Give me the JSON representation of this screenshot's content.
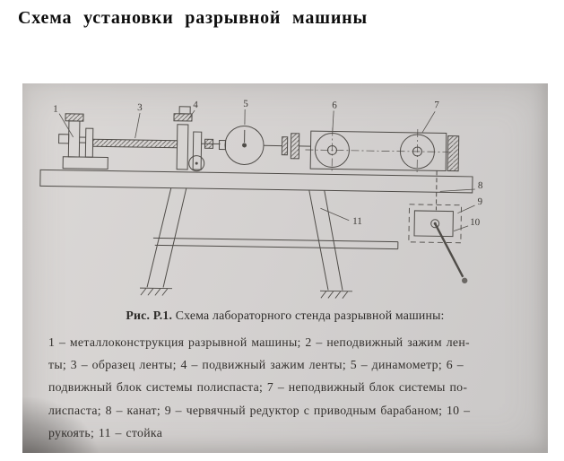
{
  "page": {
    "title": "Схема установки разрывной машины"
  },
  "figure": {
    "caption": {
      "bold": "Рис. Р.1.",
      "text": " Схема лабораторного стенда разрывной машины:"
    },
    "legend_lines": [
      "1 – металлоконструкция разрывной машины; 2 – неподвижный зажим лен-",
      "ты; 3 – образец ленты; 4 – подвижный зажим ленты; 5 – динамометр; 6 –",
      "подвижный блок системы полиспаста; 7 – неподвижный блок системы по-",
      "лиспаста; 8 – канат; 9 – червячный редуктор с приводным барабаном; 10 –",
      "рукоять; 11 – стойка"
    ],
    "callouts": {
      "c1": "1",
      "c3": "3",
      "c4": "4",
      "c5": "5",
      "c6": "6",
      "c7": "7",
      "c8": "8",
      "c9": "9",
      "c10": "10",
      "c11": "11"
    },
    "colors": {
      "scan_background": "#d3d0cf",
      "ink": "#4f4c48",
      "text": "#33302d"
    }
  }
}
